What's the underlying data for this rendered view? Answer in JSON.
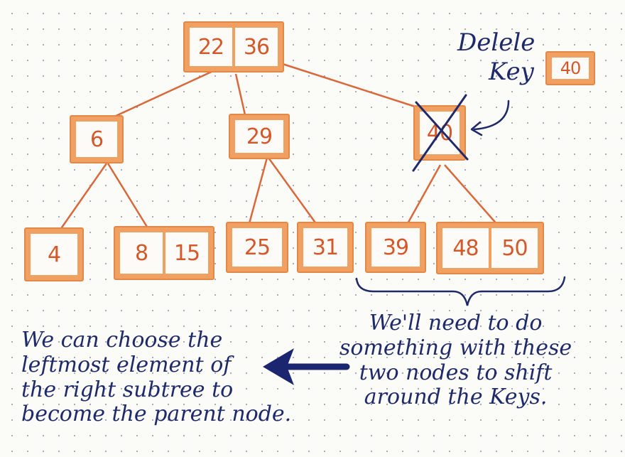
{
  "tree": {
    "root": {
      "keys": [
        "22",
        "36"
      ]
    },
    "level1": [
      {
        "id": "left",
        "keys": [
          "6"
        ]
      },
      {
        "id": "middle",
        "keys": [
          "29"
        ]
      },
      {
        "id": "right",
        "keys": [
          "40"
        ],
        "deleted": true
      }
    ],
    "leaves": [
      {
        "id": "leaf-4",
        "keys": [
          "4"
        ]
      },
      {
        "id": "leaf-8-15",
        "keys": [
          "8",
          "15"
        ]
      },
      {
        "id": "leaf-25",
        "keys": [
          "25"
        ]
      },
      {
        "id": "leaf-31",
        "keys": [
          "31"
        ]
      },
      {
        "id": "leaf-39",
        "keys": [
          "39"
        ]
      },
      {
        "id": "leaf-48-50",
        "keys": [
          "48",
          "50"
        ]
      }
    ]
  },
  "annotations": {
    "delete_label_lines": [
      "Delele",
      "Key"
    ],
    "delete_key_value": "40",
    "left_note_lines": [
      "We can choose the",
      "leftmost element of",
      "the right subtree to",
      "become the parent node."
    ],
    "right_note_lines": [
      "We'll need to do",
      "something with these",
      "two nodes to shift",
      "around the Keys."
    ]
  },
  "colors": {
    "node_fill": "#f0a060",
    "key_text": "#d4582a",
    "edge": "#d9683a",
    "ink": "#1f2a6b",
    "paper": "#fbfbf8"
  }
}
